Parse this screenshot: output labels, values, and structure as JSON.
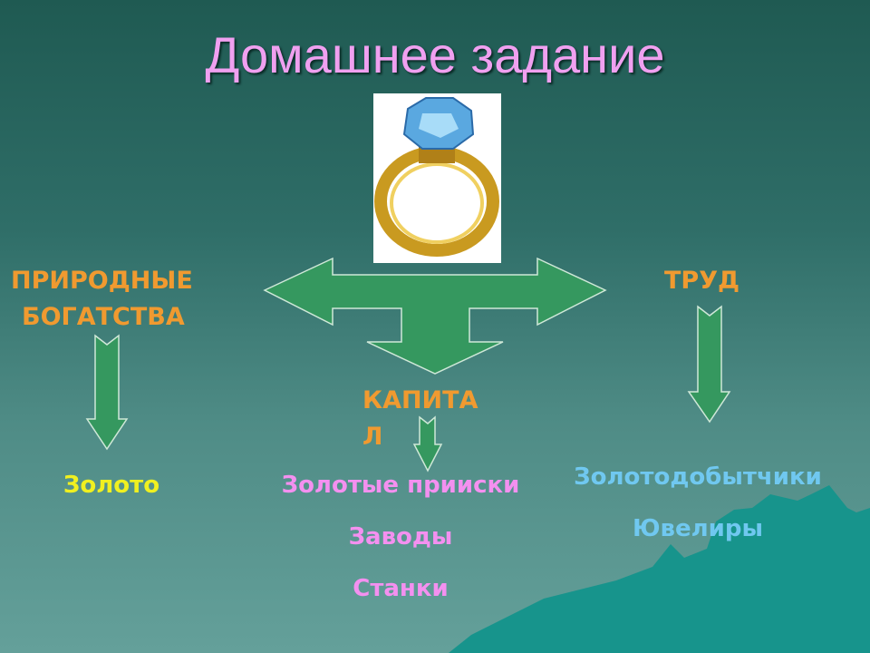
{
  "title": "Домашнее задание",
  "nodes": {
    "nature": {
      "line1": "ПРИРОДНЫЕ",
      "line2": "БОГАТСТВА",
      "items": [
        "Золото"
      ]
    },
    "capital": {
      "line1": "КАПИТА",
      "line2": "Л",
      "items": [
        "Золотые прииски",
        "Заводы",
        "Станки"
      ]
    },
    "labor": {
      "line1": "ТРУД",
      "items": [
        "Золотодобытчики",
        "Ювелиры"
      ]
    }
  },
  "colors": {
    "title": "#f0a0f0",
    "heading": "#f09a30",
    "nature_item": "#f0f020",
    "capital_item": "#f490f0",
    "labor_item": "#70c8f0",
    "arrow": "#35985f"
  }
}
